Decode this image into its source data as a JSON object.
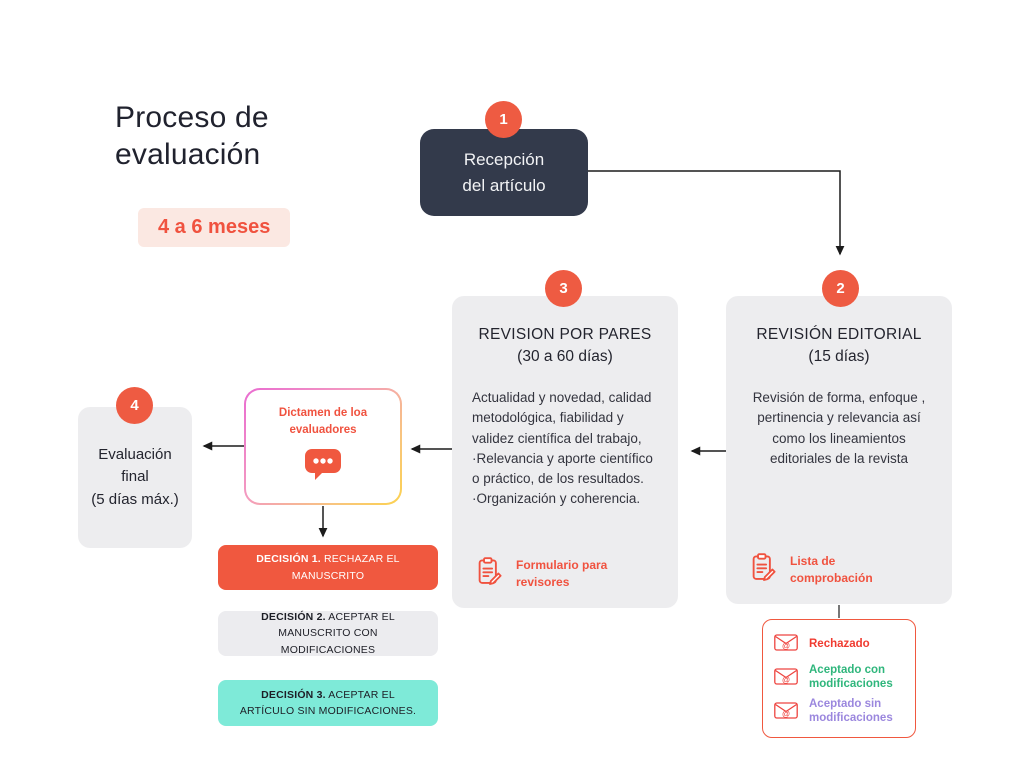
{
  "page": {
    "title": "Proceso de evaluación",
    "duration_badge": "4 a 6 meses"
  },
  "steps": {
    "step1": {
      "number": "1",
      "title": "Recepción\ndel artículo"
    },
    "step2": {
      "number": "2",
      "title": "REVISIÓN EDITORIAL",
      "subtitle": "(15 días)",
      "body": "Revisión de forma, enfoque , pertinencia y relevancia así como los lineamientos editoriales de la revista",
      "attachment": "Lista de comprobación",
      "attachment_icon": "checklist-clipboard-icon"
    },
    "step3": {
      "number": "3",
      "title": "REVISION POR PARES",
      "subtitle": "(30 a 60 días)",
      "body": "Actualidad y novedad, calidad metodológica, fiabilidad y validez científica del trabajo,\n·Relevancia y aporte científico o práctico, de los resultados.\n·Organización y coherencia.",
      "attachment": "Formulario para revisores",
      "attachment_icon": "checklist-clipboard-icon"
    },
    "dictamen": {
      "title": "Dictamen de loa evaluadores",
      "icon": "chat-bubble-icon"
    },
    "step4": {
      "number": "4",
      "title": "Evaluación final\n(5 días máx.)"
    }
  },
  "decisions": [
    {
      "prefix": "DECISIÓN 1.",
      "text": " RECHAZAR EL MANUSCRITO"
    },
    {
      "prefix": "DECISIÓN 2.",
      "text": " ACEPTAR EL MANUSCRITO CON MODIFICACIONES"
    },
    {
      "prefix": "DECISIÓN 3.",
      "text": " ACEPTAR EL ARTÍCULO SIN MODIFICACIONES."
    }
  ],
  "outcomes": [
    {
      "label": "Rechazado",
      "icon": "envelope-at-icon",
      "color": "#f03b30"
    },
    {
      "label": "Aceptado con modificaciones",
      "icon": "envelope-at-icon",
      "color": "#2fb67c"
    },
    {
      "label": "Aceptado sin modificaciones",
      "icon": "envelope-at-icon",
      "color": "#9b87de"
    }
  ],
  "colors": {
    "accent": "#f0523f",
    "step_circle": "#ee5b42",
    "dark_box": "#333a4b",
    "gray_box": "#ededef",
    "teal_box": "#7eead8",
    "badge_bg": "#fbe8e2",
    "green": "#2fb67c",
    "purple": "#9b87de",
    "red": "#f03b30"
  }
}
